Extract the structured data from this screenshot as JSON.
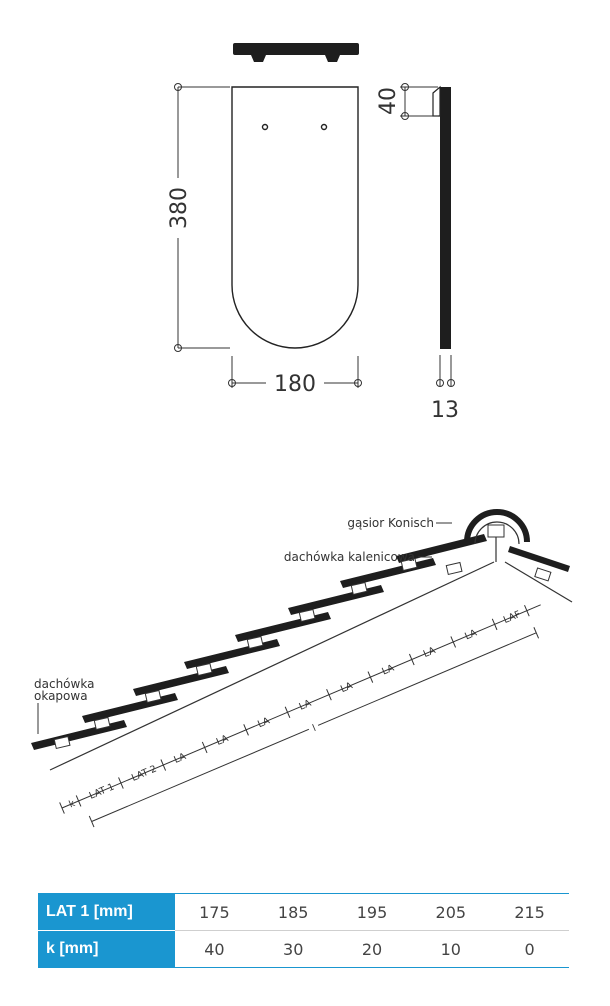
{
  "tile": {
    "length": "380",
    "width": "180",
    "hook": "40",
    "thickness": "13"
  },
  "roof": {
    "ridge_label": "gąsior Konisch",
    "ridge_tile_label": "dachówka kalenicowa",
    "eave_tile_label_line1": "dachówka",
    "eave_tile_label_line2": "okapowa",
    "k_label": "k",
    "lat1_label": "LAT 1",
    "lat2_label": "LAT 2",
    "la_label": "LA",
    "laf_label": "LAF",
    "l_label": "l"
  },
  "table": {
    "rows": [
      {
        "label": "LAT 1 [mm]",
        "values": [
          "175",
          "185",
          "195",
          "205",
          "215"
        ]
      },
      {
        "label": "k [mm]",
        "values": [
          "40",
          "30",
          "20",
          "10",
          "0"
        ]
      }
    ]
  },
  "colors": {
    "accent": "#1a96d0",
    "ink": "#1e1e1e"
  }
}
